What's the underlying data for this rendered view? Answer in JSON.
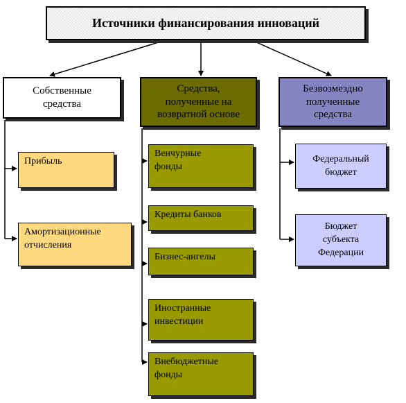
{
  "title": "Источники финансирования инноваций",
  "columns": [
    {
      "head": "Собственные\nсредства",
      "items": [
        "Прибыль",
        "Амортизационные\nотчисления"
      ]
    },
    {
      "head": "Средства,\nполученные на\nвозвратной основе",
      "items": [
        "Венчурные\nфонды",
        "Кредиты банков",
        "Бизнес-ангелы",
        "Иностранные\nинвестиции",
        "Внебюджетные\nфонды"
      ]
    },
    {
      "head": "Безвозмездно\nполученные\nсредства",
      "items": [
        "Федеральный\nбюджет",
        "Бюджет\nсубъекта\nФедерации"
      ]
    }
  ],
  "colors": {
    "own_items": "#ffd980",
    "returnable_head": "#6b6b00",
    "returnable_items": "#999900",
    "grant_head": "#8585c2",
    "grant_items": "#ccccff"
  }
}
